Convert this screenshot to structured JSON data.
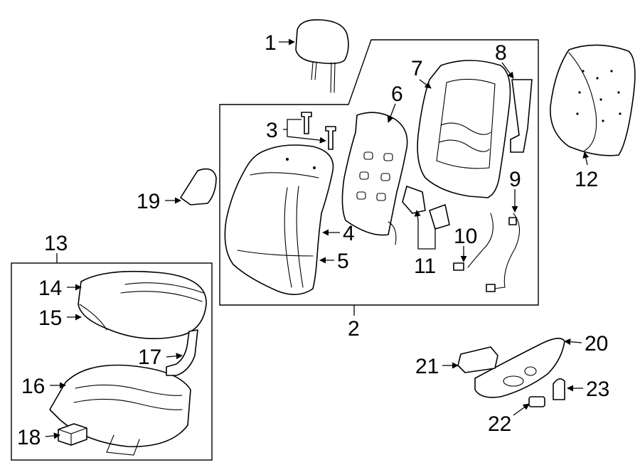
{
  "callouts": {
    "c1": "1",
    "c2": "2",
    "c3": "3",
    "c4": "4",
    "c5": "5",
    "c6": "6",
    "c7": "7",
    "c8": "8",
    "c9": "9",
    "c10": "10",
    "c11": "11",
    "c12": "12",
    "c13": "13",
    "c14": "14",
    "c15": "15",
    "c16": "16",
    "c17": "17",
    "c18": "18",
    "c19": "19",
    "c20": "20",
    "c21": "21",
    "c22": "22",
    "c23": "23"
  },
  "colors": {
    "line": "#000000",
    "background": "#ffffff"
  }
}
